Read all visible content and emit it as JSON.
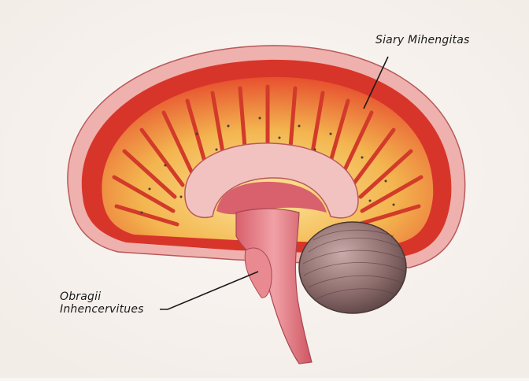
{
  "diagram": {
    "subject": "Sagittal brain cross-section illustration",
    "labels": [
      {
        "id": "top",
        "text": "Siary Mihengitas"
      },
      {
        "id": "bottom-line1",
        "text": "Obragii"
      },
      {
        "id": "bottom-line2",
        "text": "Inhencervitues"
      }
    ],
    "colors": {
      "background": "#f8f5f2",
      "outer_membrane": "#e9a0a0",
      "cortex_red": "#d8352a",
      "gyri_yellow": "#f3c25a",
      "inner_pink": "#e98a90",
      "brainstem": "#e27d86",
      "cerebellum": "#8a6c6c",
      "leader_line": "#1a1a1a"
    }
  }
}
